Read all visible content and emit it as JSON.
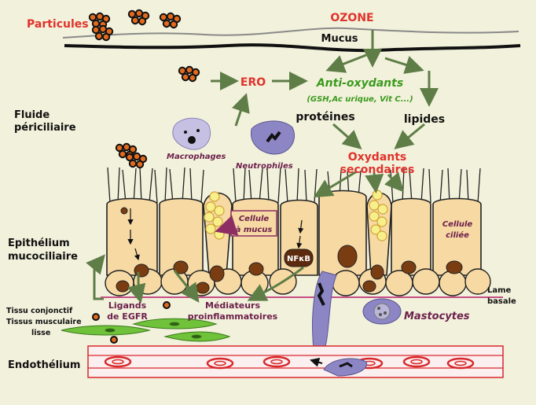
{
  "labels": {
    "particules": "Particules",
    "ozone": "OZONE",
    "mucus": "Mucus",
    "ero": "ERO",
    "anti_oxydants": "Anti-oxydants",
    "anti_oxydants_detail": "(GSH,Ac urique, Vit C...)",
    "proteines": "protéines",
    "lipides": "lipides",
    "fluide_line1": "Fluide",
    "fluide_line2": "périciliaire",
    "macrophages": "Macrophages",
    "neutrophiles": "Neutrophiles",
    "oxydants_line1": "Oxydants",
    "oxydants_line2": "secondaires",
    "cellule_mucus_line1": "Cellule",
    "cellule_mucus_line2": "à mucus",
    "cellule_ciliee_line1": "Cellule",
    "cellule_ciliee_line2": "ciliée",
    "epithelium_line1": "Epithélium",
    "epithelium_line2": "mucociliaire",
    "nfkb": "NFκB",
    "lame_line1": "Lame",
    "lame_line2": "basale",
    "ligands_line1": "Ligands",
    "ligands_line2": "de EGFR",
    "mediateurs_line1": "Médiateurs",
    "mediateurs_line2": "proinflammatoires",
    "mastocytes": "Mastocytes",
    "tissu_line1": "Tissu conjonctif",
    "tissu_line2": "Tissus musculaire",
    "tissu_line3": "lisse",
    "endothelium": "Endothélium"
  },
  "colors": {
    "background": "#f2f1dc",
    "red_label": "#e0332b",
    "green_label": "#3a9a1d",
    "purple_label": "#6b1e4a",
    "arrow_green": "#5e7d47",
    "cell_fill": "#f6d9a3",
    "nucleus": "#7a3d12",
    "goblet_granule": "#f7ef8a",
    "neutrophil": "#8c86c4",
    "macrophage": "#c6c0e3",
    "muscle": "#6fc23a",
    "vessel_red": "#d8282b"
  }
}
